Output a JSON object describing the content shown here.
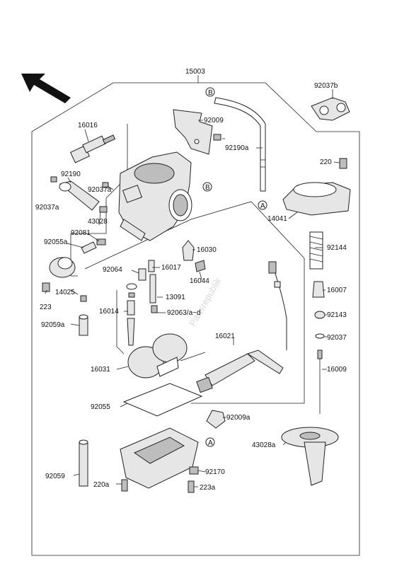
{
  "watermark": "Partsrepublik",
  "callout_labels": {
    "main": "15003",
    "p92037b": "92037b",
    "p16016": "16016",
    "p92009": "92009",
    "p92190a": "92190a",
    "p92190": "92190",
    "p92037a_top": "92037a",
    "p92037a": "92037a",
    "p220": "220",
    "p43028": "43028",
    "p92081": "92081",
    "p14041": "14041",
    "p92055a": "92055a",
    "p16030": "16030",
    "p92144": "92144",
    "p92064": "92064",
    "p16017": "16017",
    "p16044": "16044",
    "p14025": "14025",
    "p223": "223",
    "p13091": "13091",
    "p16007": "16007",
    "p16014": "16014",
    "p92063": "92063/a~d",
    "p92143": "92143",
    "p92059a": "92059a",
    "p16021": "16021",
    "p92037": "92037",
    "p16031": "16031",
    "p16009": "16009",
    "p92055": "92055",
    "p92009a": "92009a",
    "p43028a": "43028a",
    "p92059": "92059",
    "p92170": "92170",
    "p220a": "220a",
    "p223a": "223a"
  },
  "ref_markers": {
    "b_top": "B",
    "b_body": "B",
    "a_hose": "A",
    "a_bowl": "A"
  }
}
